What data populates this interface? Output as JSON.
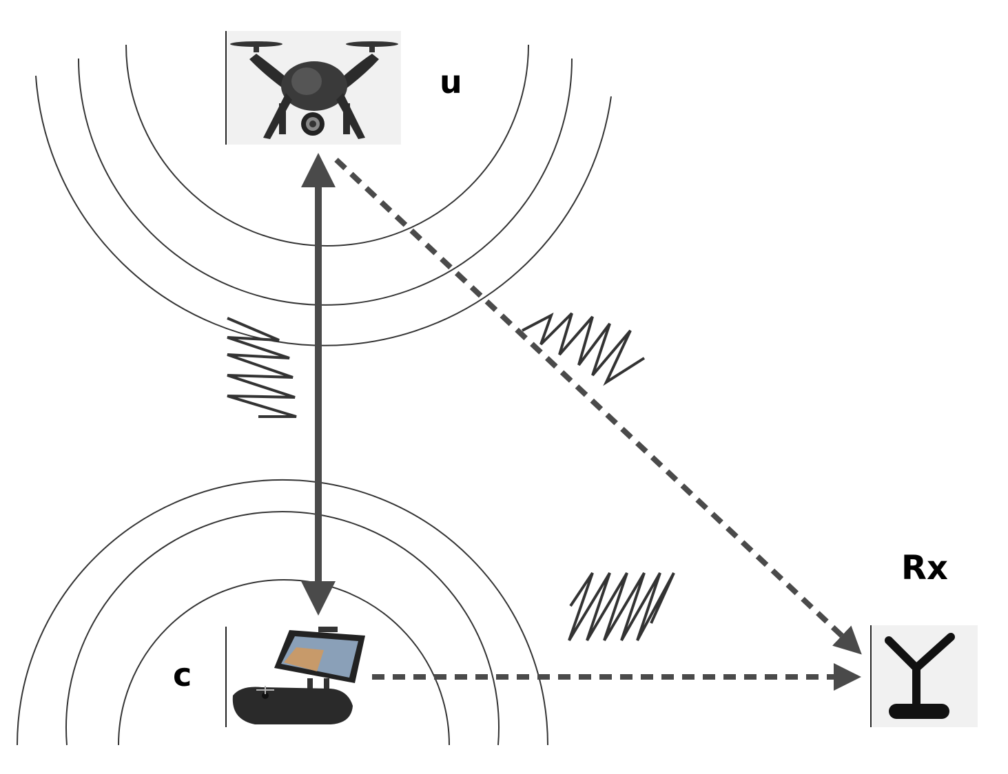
{
  "nodes": {
    "uav": {
      "label": "u",
      "icon": "drone-icon"
    },
    "controller": {
      "label": "c",
      "icon": "remote-controller-icon"
    },
    "receiver": {
      "label": "Rx",
      "icon": "antenna-icon"
    }
  },
  "links": {
    "uav_controller": {
      "style": "solid",
      "direction": "bidirectional"
    },
    "uav_receiver": {
      "style": "dashed",
      "direction": "to-receiver"
    },
    "controller_receiver": {
      "style": "dashed",
      "direction": "to-receiver"
    }
  },
  "colors": {
    "arrow": "#4a4a4a",
    "waves": "#333333",
    "image_bg": "#f1f1f1",
    "label": "#000000"
  }
}
